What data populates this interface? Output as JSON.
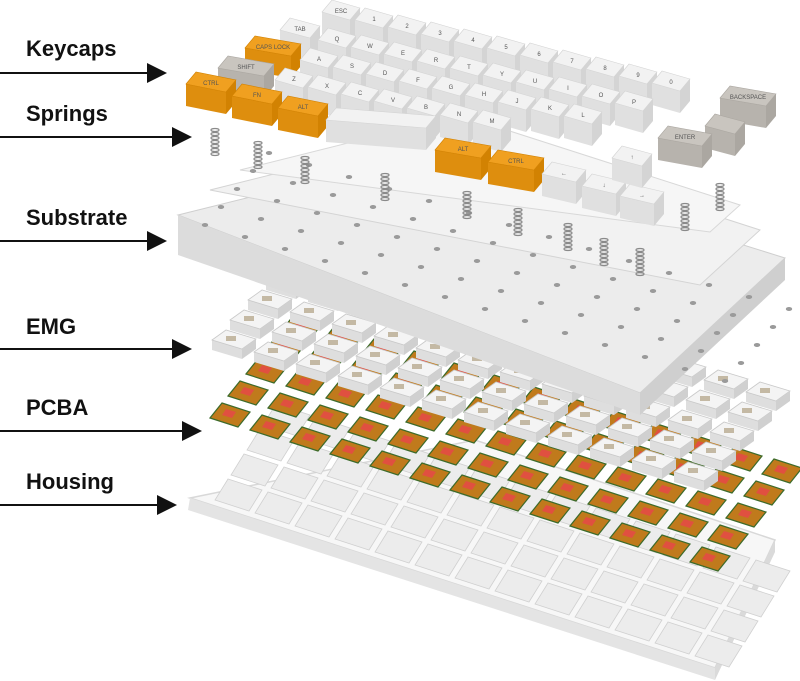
{
  "labels": {
    "keycaps": "Keycaps",
    "springs": "Springs",
    "substrate": "Substrate",
    "emg": "EMG",
    "pcba": "PCBA",
    "housing": "Housing"
  },
  "keys": {
    "esc": "ESC",
    "tab": "TAB",
    "caps_lock": "CAPS LOCK",
    "shift": "SHIFT",
    "ctrl_left": "CTRL",
    "fn": "FN",
    "alt_left": "ALT",
    "alt_right": "ALT",
    "ctrl_right": "CTRL",
    "enter": "ENTER",
    "backspace": "BACKSPACE",
    "letters_row1": [
      "Q",
      "W",
      "E",
      "R",
      "T",
      "Y",
      "U",
      "I",
      "O",
      "P"
    ],
    "letters_row2": [
      "A",
      "S",
      "D",
      "F",
      "G",
      "H",
      "J",
      "K",
      "L"
    ],
    "letters_row3": [
      "Z",
      "X",
      "C",
      "V",
      "B",
      "N",
      "M"
    ],
    "numbers": [
      "1",
      "2",
      "3",
      "4",
      "5",
      "6",
      "7",
      "8",
      "9",
      "0"
    ]
  },
  "colors": {
    "keycap_white": "#f2f2f2",
    "keycap_gray": "#c9c5bf",
    "keycap_orange": "#f0a020",
    "substrate": "#e6e6e6",
    "emg": "#f4f4f4",
    "pcb_board": "#c07a1c",
    "pcb_chip": "#e05040",
    "housing": "#f6f6f6"
  }
}
